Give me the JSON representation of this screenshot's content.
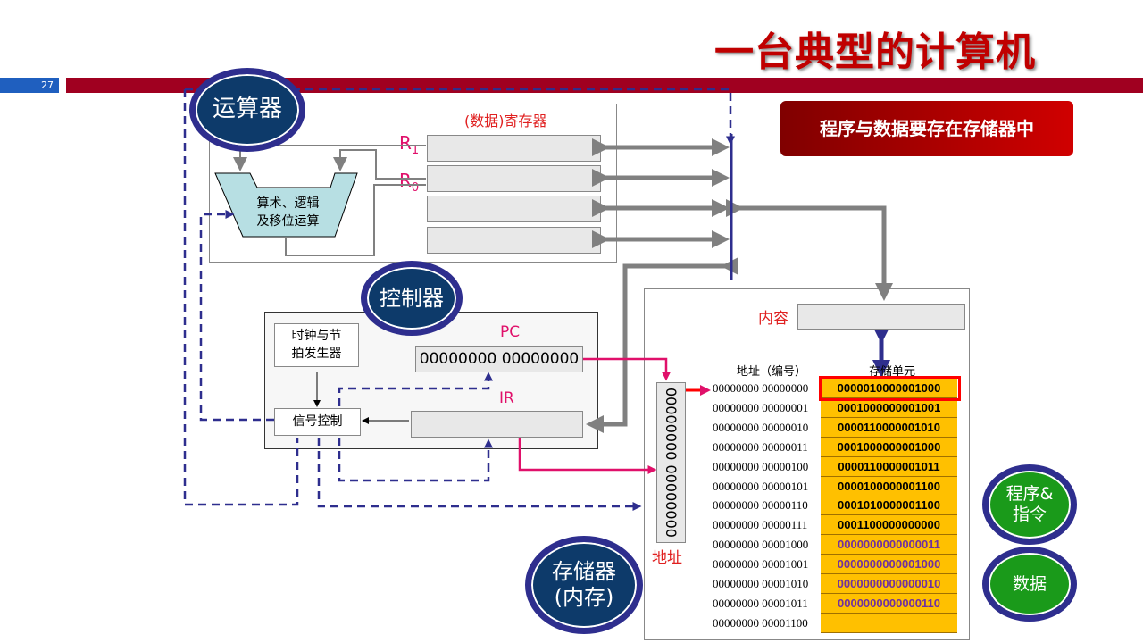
{
  "title": "一台典型的计算机",
  "page_number": "27",
  "callout": "程序与数据要存在存储器中",
  "alu": {
    "label": "运算器",
    "registers_label": "(数据)寄存器",
    "r1": "R",
    "r1_sub": "1",
    "r0": "R",
    "r0_sub": "0",
    "unit_line1": "算术、逻辑",
    "unit_line2": "及移位运算"
  },
  "control": {
    "label": "控制器",
    "clock_line1": "时钟与节",
    "clock_line2": "拍发生器",
    "signal": "信号控制",
    "pc_label": "PC",
    "pc_value": "00000000 00000000",
    "ir_label": "IR"
  },
  "memory": {
    "label_line1": "存储器",
    "label_line2": "(内存)",
    "content_label": "内容",
    "addr_header": "地址（编号）",
    "cell_header": "存储单元",
    "mar_value": "00000000 00000000",
    "mar_label": "地址",
    "program_badge_line1": "程序&",
    "program_badge_line2": "指令",
    "data_badge": "数据",
    "addresses": [
      "00000000 00000000",
      "00000000 00000001",
      "00000000 00000010",
      "00000000 00000011",
      "00000000 00000100",
      "00000000 00000101",
      "00000000 00000110",
      "00000000 00000111",
      "00000000 00001000",
      "00000000 00001001",
      "00000000 00001010",
      "00000000 00001011",
      "00000000 00001100"
    ],
    "cells": [
      "0000010000001000",
      "0001000000001001",
      "0000110000001010",
      "0001000000001000",
      "0000110000001011",
      "0000100000001100",
      "0001010000001100",
      "0001100000000000",
      "0000000000000011",
      "0000000000001000",
      "0000000000000010",
      "0000000000000110",
      ""
    ],
    "cell_types": [
      "program",
      "program",
      "program",
      "program",
      "program",
      "program",
      "program",
      "program",
      "data",
      "data",
      "data",
      "data",
      "empty"
    ]
  },
  "colors": {
    "accent_red": "#c00000",
    "navy": "#2e2e8e",
    "pink": "#e0106a",
    "cell": "#ffc000",
    "data_text": "#7030a0"
  }
}
